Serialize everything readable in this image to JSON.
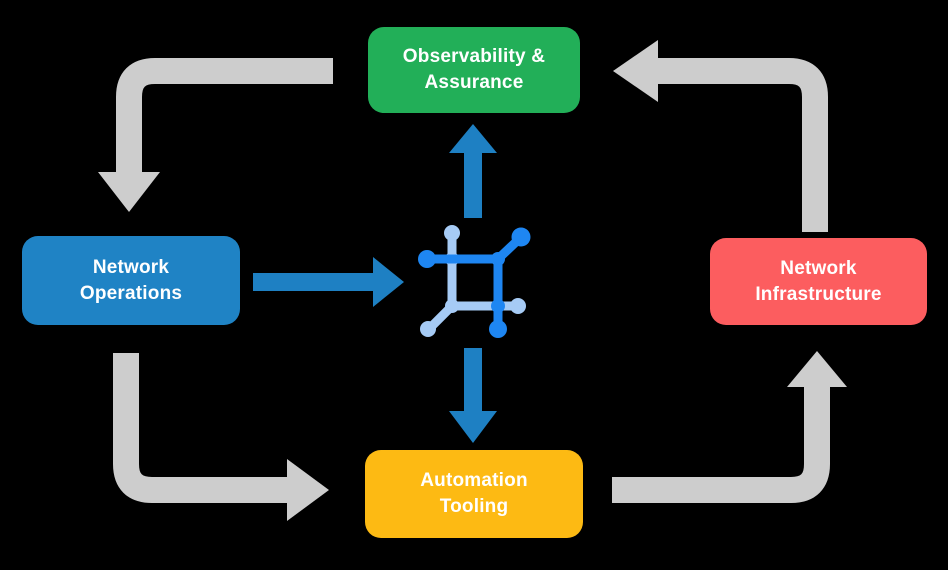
{
  "diagram": {
    "nodes": [
      {
        "id": "observability",
        "label": "Observability &\nAssurance",
        "color": "#22AF58"
      },
      {
        "id": "operations",
        "label": "Network\nOperations",
        "color": "#1F83C5"
      },
      {
        "id": "infrastructure",
        "label": "Network\nInfrastructure",
        "color": "#FC5D5F"
      },
      {
        "id": "tooling",
        "label": "Automation\nTooling",
        "color": "#FDBA13"
      }
    ],
    "center_icon": "network-automation-icon",
    "cycle_arrows": [
      {
        "from": "observability",
        "to": "operations",
        "position": "top-left"
      },
      {
        "from": "operations",
        "to": "tooling",
        "position": "bottom-left"
      },
      {
        "from": "tooling",
        "to": "infrastructure",
        "position": "bottom-right"
      },
      {
        "from": "infrastructure",
        "to": "observability",
        "position": "top-right"
      }
    ],
    "flow_arrows": [
      {
        "from": "operations",
        "to": "center-icon",
        "direction": "right"
      },
      {
        "from": "center-icon",
        "to": "observability",
        "direction": "up"
      },
      {
        "from": "center-icon",
        "to": "tooling",
        "direction": "down"
      }
    ]
  },
  "colors": {
    "background": "#000000",
    "arrow_gray": "#CDCDCD",
    "arrow_blue": "#1E80C3",
    "icon_dark": "#1E86F2",
    "icon_light": "#A6CBF5",
    "node_text": "#FFFFFF"
  }
}
